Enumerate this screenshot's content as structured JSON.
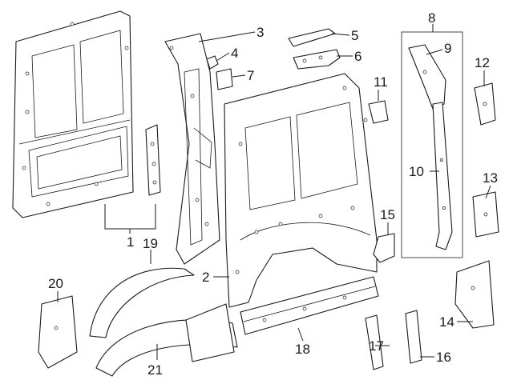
{
  "callouts": {
    "c1": "1",
    "c2": "2",
    "c3": "3",
    "c4": "4",
    "c5": "5",
    "c6": "6",
    "c7": "7",
    "c8": "8",
    "c9": "9",
    "c10": "10",
    "c11": "11",
    "c12": "12",
    "c13": "13",
    "c14": "14",
    "c15": "15",
    "c16": "16",
    "c17": "17",
    "c18": "18",
    "c19": "19",
    "c20": "20",
    "c21": "21"
  }
}
